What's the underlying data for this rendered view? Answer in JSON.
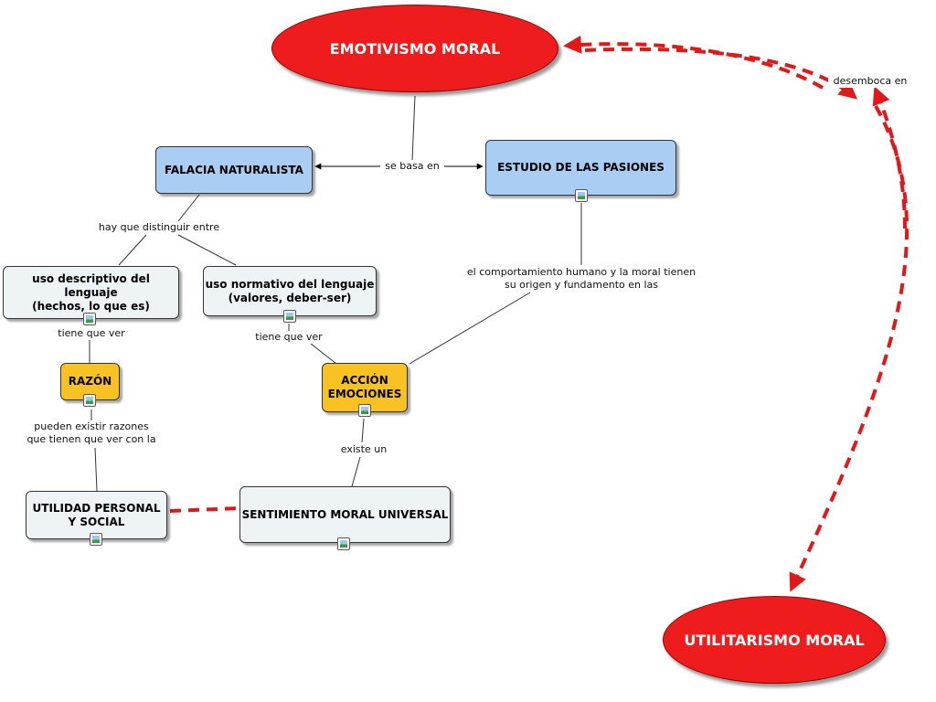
{
  "ellipses": {
    "emotivismo": "EMOTIVISMO MORAL",
    "utilitarismo": "UTILITARISMO MORAL"
  },
  "nodes": {
    "falacia": "FALACIA NATURALISTA",
    "estudio": "ESTUDIO DE LAS PASIONES",
    "uso_descriptivo": "uso descriptivo del lenguaje\n(hechos, lo que es)",
    "uso_normativo": "uso normativo del lenguaje\n(valores, deber-ser)",
    "razon": "RAZÓN",
    "accion": "ACCIÓN\nEMOCIONES",
    "utilidad": "UTILIDAD PERSONAL\nY SOCIAL",
    "sentimiento": "SENTIMIENTO MORAL UNIVERSAL"
  },
  "links": {
    "se_basa_en": "se basa en",
    "hay_que_distinguir": "hay que distinguir entre",
    "comportamiento": "el comportamiento humano y la moral tienen\nsu origen y fundamento en las",
    "tiene_que_ver_1": "tiene que ver",
    "tiene_que_ver_2": "tiene que ver",
    "pueden_existir": "pueden existir razones\nque tienen que ver con la",
    "existe_un": "existe un",
    "desemboca_en": "desemboca en"
  },
  "colors": {
    "ellipse": "#ee1c1c",
    "blue_node": "#a9cdf3",
    "grey_node": "#eef3f6",
    "yellow_node": "#f8c223",
    "dashed_link": "#e0181a"
  }
}
